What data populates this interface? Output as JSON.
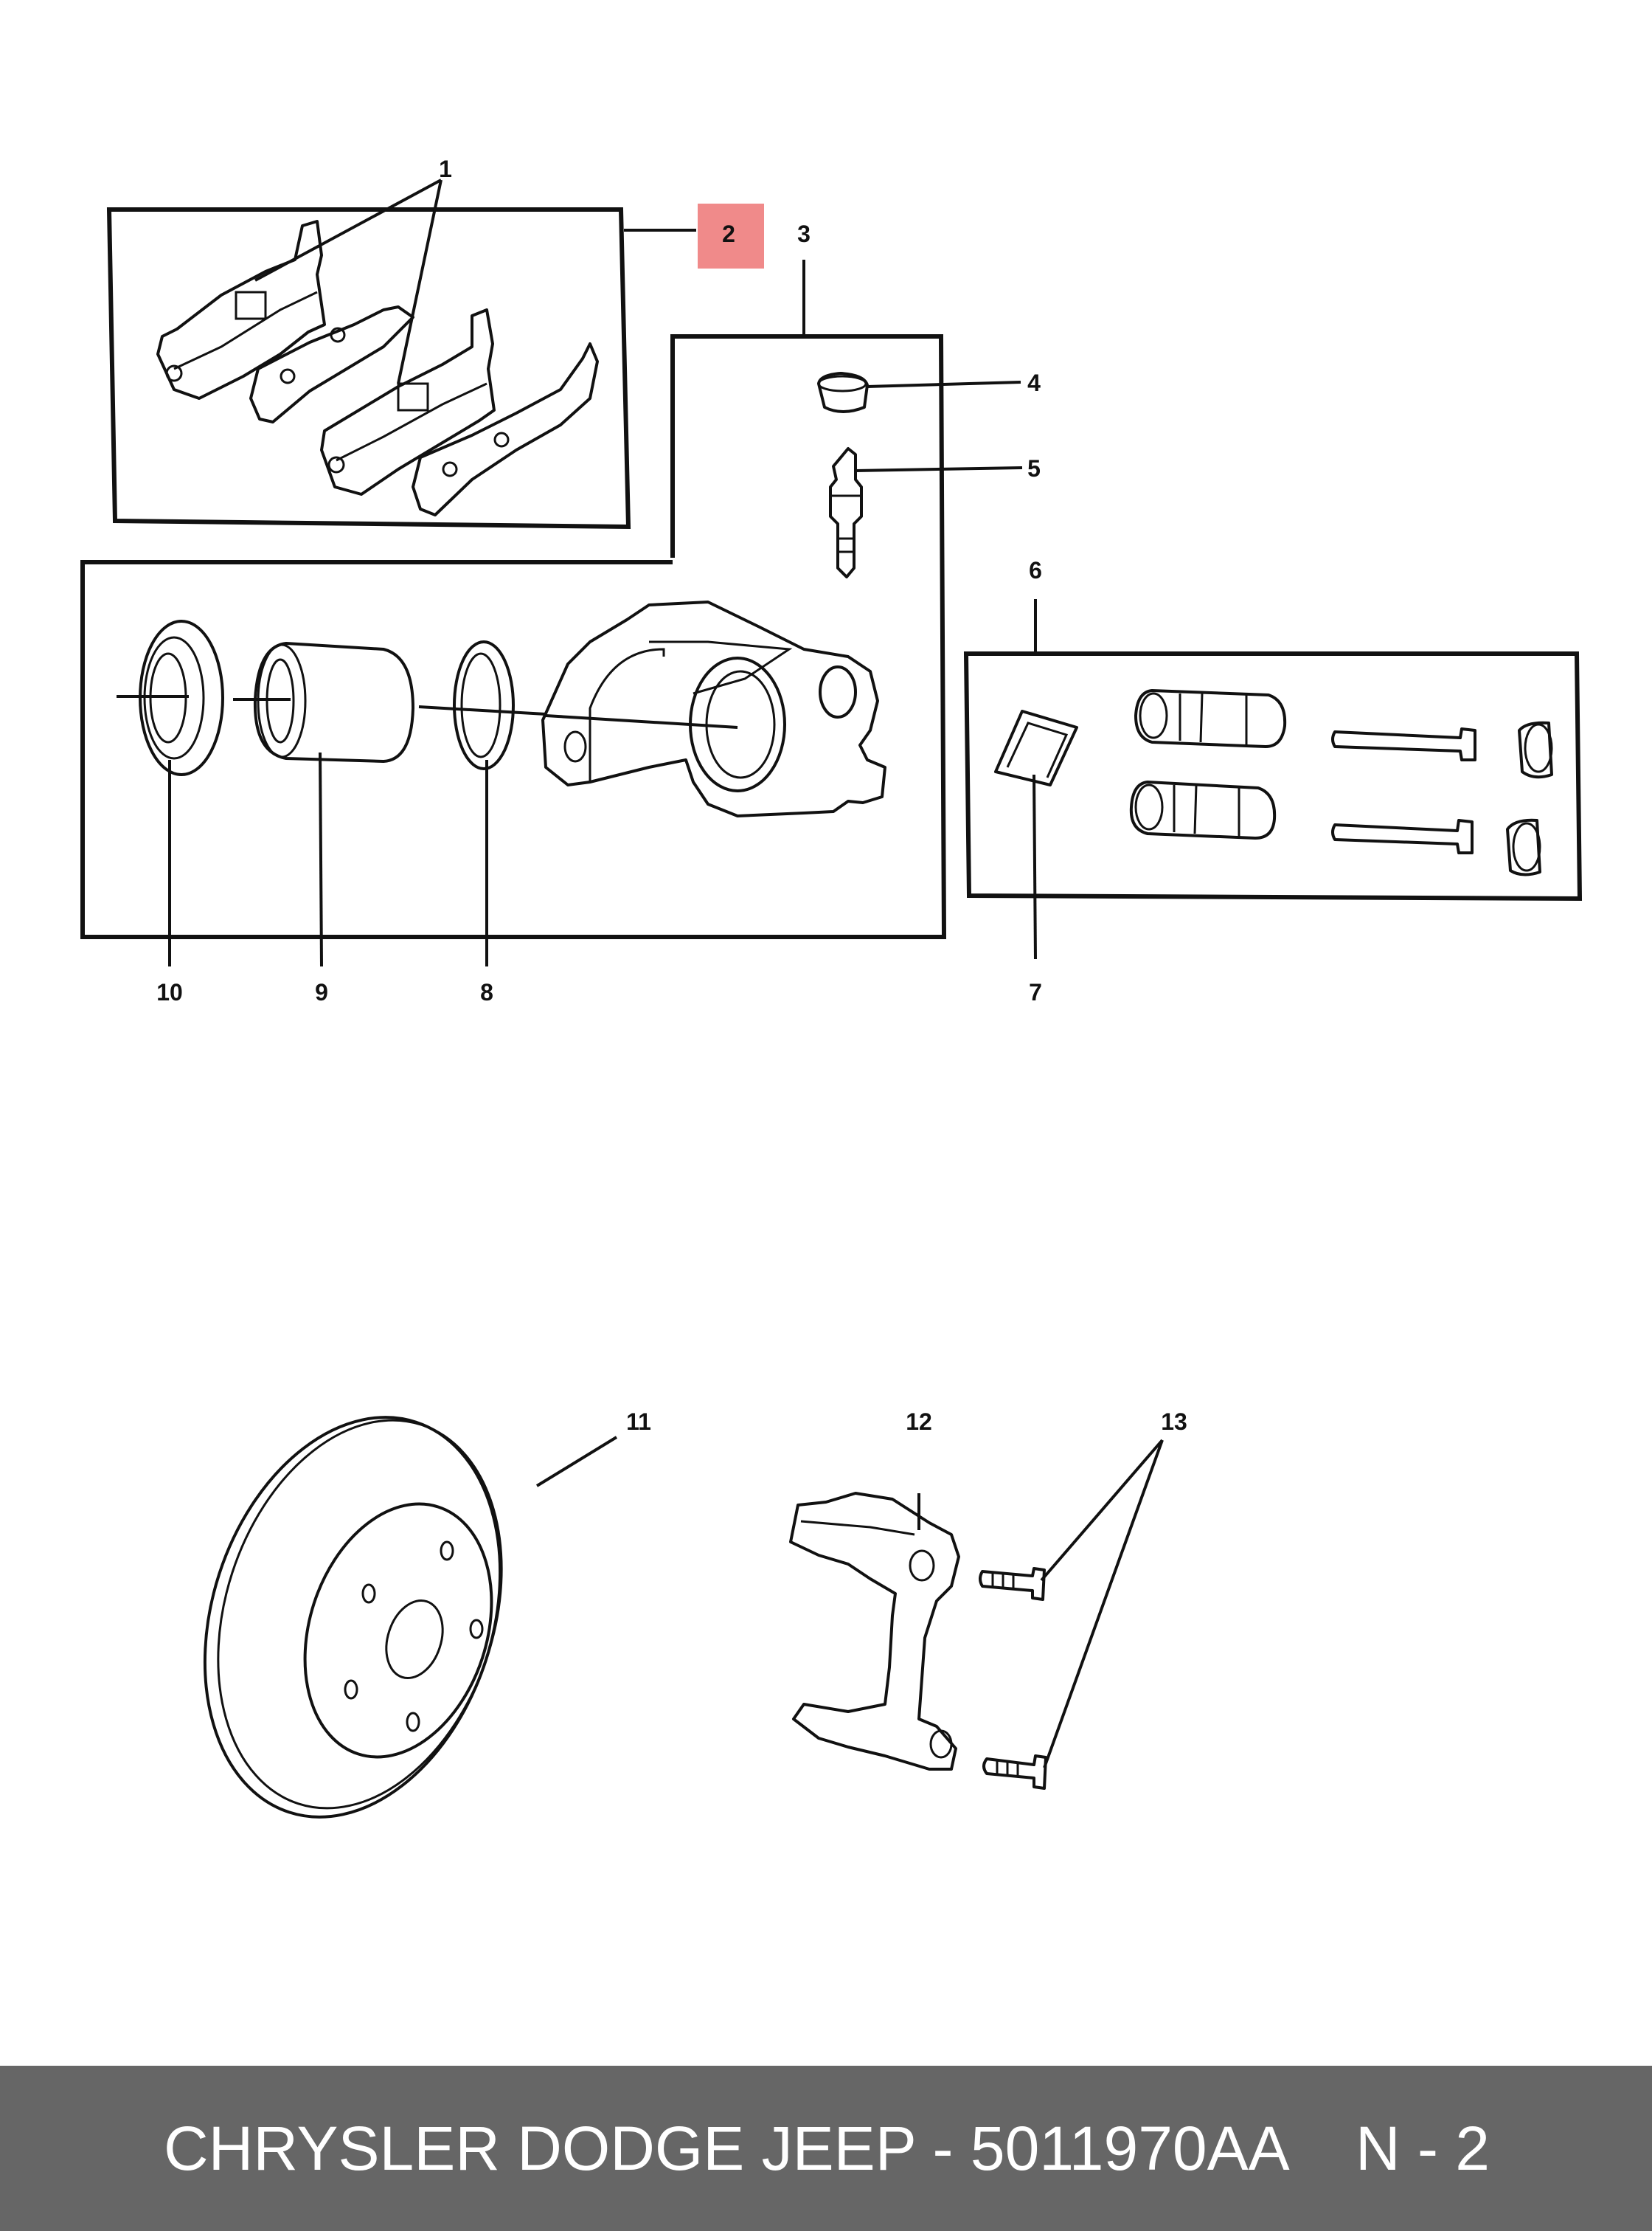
{
  "callouts": {
    "c1": "1",
    "c2": "2",
    "c3": "3",
    "c4": "4",
    "c5": "5",
    "c6": "6",
    "c7": "7",
    "c8": "8",
    "c9": "9",
    "c10": "10",
    "c11": "11",
    "c12": "12",
    "c13": "13"
  },
  "highlight": {
    "callout": "2",
    "color": "#f08a8a"
  },
  "footer": {
    "title": "CHRYSLER DODGE JEEP - 5011970AA",
    "page": "N - 2",
    "background": "#666666",
    "text_color": "#ffffff"
  }
}
